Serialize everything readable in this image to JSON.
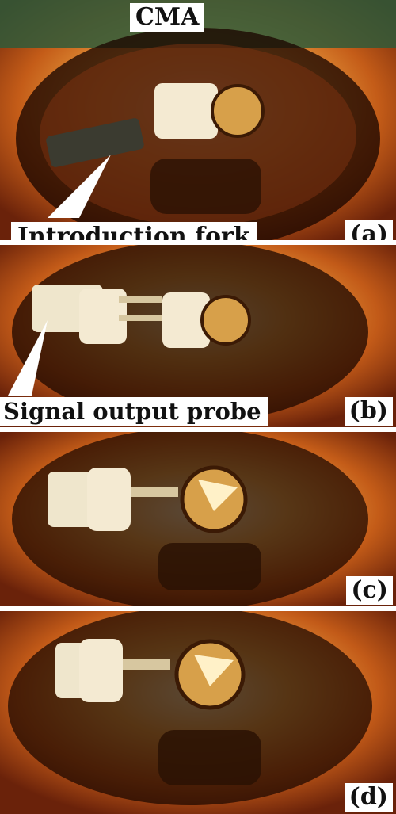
{
  "top_label": "CMA",
  "panels": [
    {
      "letter": "(a)",
      "callout": "Introduction fork"
    },
    {
      "letter": "(b)",
      "callout": "Signal output probe"
    },
    {
      "letter": "(c)",
      "callout": ""
    },
    {
      "letter": "(d)",
      "callout": ""
    }
  ],
  "colors": {
    "chamber_outer": "#7a2a0c",
    "chamber_mid": "#c8621a",
    "chamber_glow": "#f6c25c",
    "metal_highlight": "#fff1c8",
    "ceramic": "#f4ead2",
    "shadow": "#1b0700",
    "analyzer_green": "#2f5a3a"
  }
}
